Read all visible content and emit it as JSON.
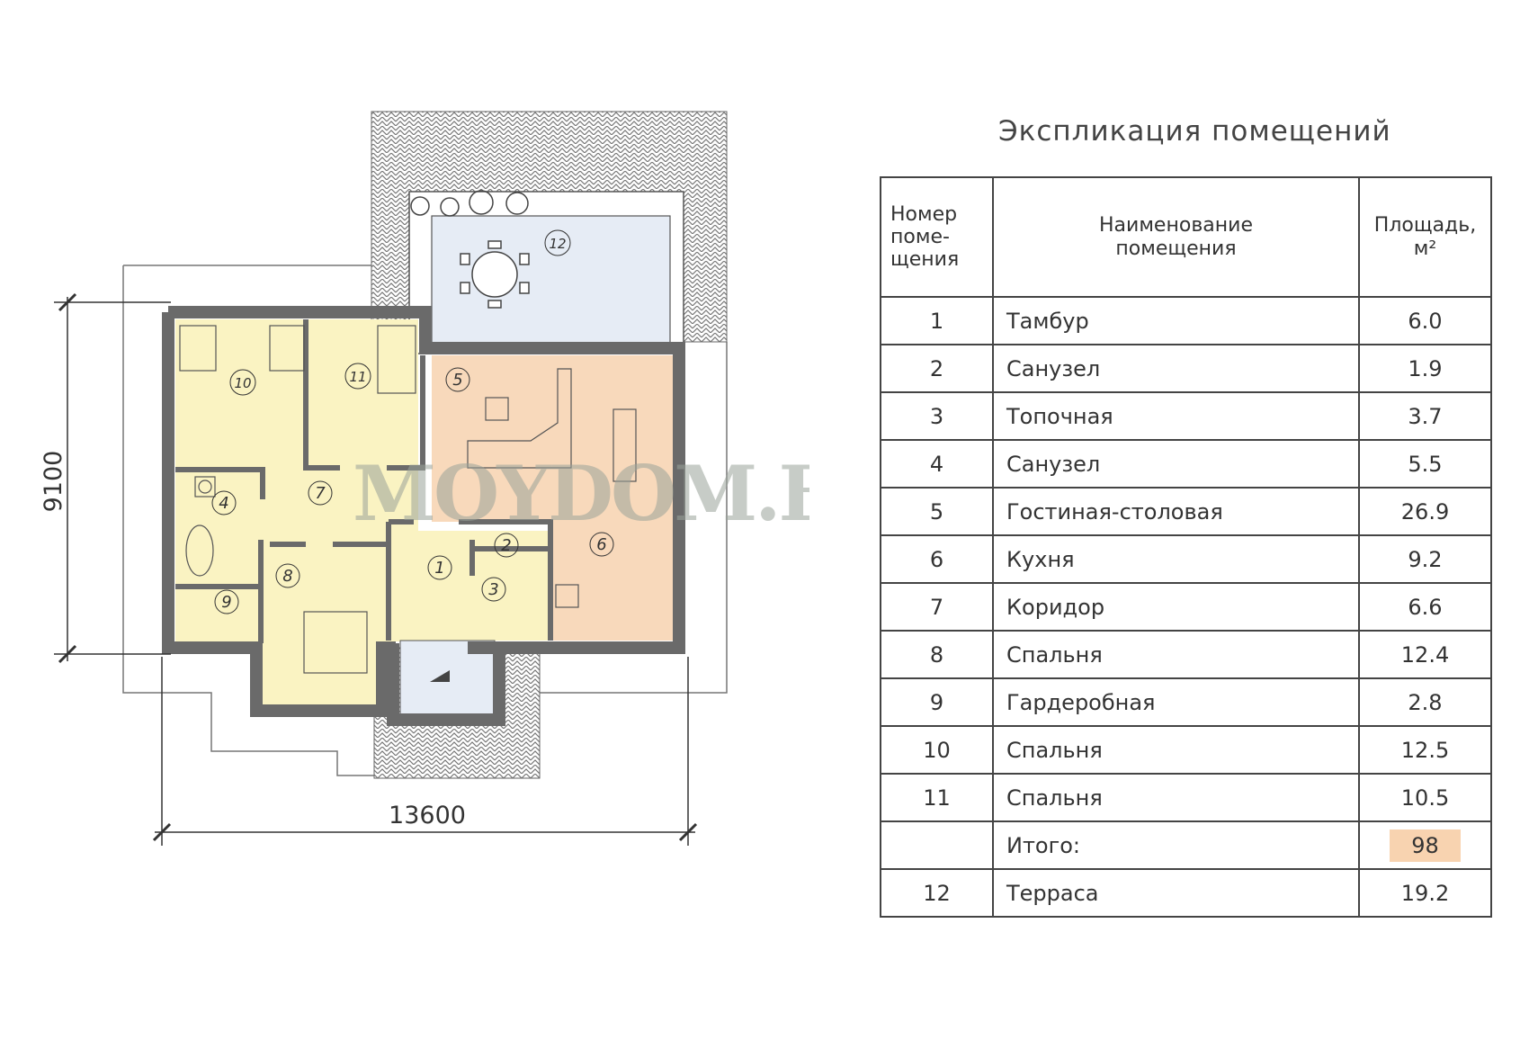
{
  "title": "Экспликация помещений",
  "table": {
    "headers": [
      "Номер поме-щения",
      "Наименование помещения",
      "Площадь, м²"
    ],
    "header_lines": {
      "number": [
        "Номер",
        "поме-",
        "щения"
      ],
      "name": [
        "Наименование",
        "помещения"
      ],
      "area": [
        "Площадь,",
        "м²"
      ]
    },
    "rows": [
      {
        "num": "1",
        "name": "Тамбур",
        "area": "6.0"
      },
      {
        "num": "2",
        "name": "Санузел",
        "area": "1.9"
      },
      {
        "num": "3",
        "name": "Топочная",
        "area": "3.7"
      },
      {
        "num": "4",
        "name": "Санузел",
        "area": "5.5"
      },
      {
        "num": "5",
        "name": "Гостиная-столовая",
        "area": "26.9"
      },
      {
        "num": "6",
        "name": "Кухня",
        "area": "9.2"
      },
      {
        "num": "7",
        "name": "Коридор",
        "area": "6.6"
      },
      {
        "num": "8",
        "name": "Спальня",
        "area": "12.4"
      },
      {
        "num": "9",
        "name": "Гардеробная",
        "area": "2.8"
      },
      {
        "num": "10",
        "name": "Спальня",
        "area": "12.5"
      },
      {
        "num": "11",
        "name": "Спальня",
        "area": "10.5"
      }
    ],
    "total": {
      "num": "",
      "name": "Итого:",
      "area": "98"
    },
    "extra": {
      "num": "12",
      "name": "Терраса",
      "area": "19.2"
    }
  },
  "plan": {
    "dim_width": "13600",
    "dim_height": "9100",
    "watermark": "MOYDOM.BY",
    "rooms": [
      "1",
      "2",
      "3",
      "4",
      "5",
      "6",
      "7",
      "8",
      "9",
      "10",
      "11",
      "12"
    ]
  },
  "colors": {
    "bedroom_zone": "#faf3c2",
    "living_zone": "#f8d9bb",
    "terrace": "#e6ecf5",
    "wall": "#666666",
    "highlight": "#f8d3b0"
  }
}
